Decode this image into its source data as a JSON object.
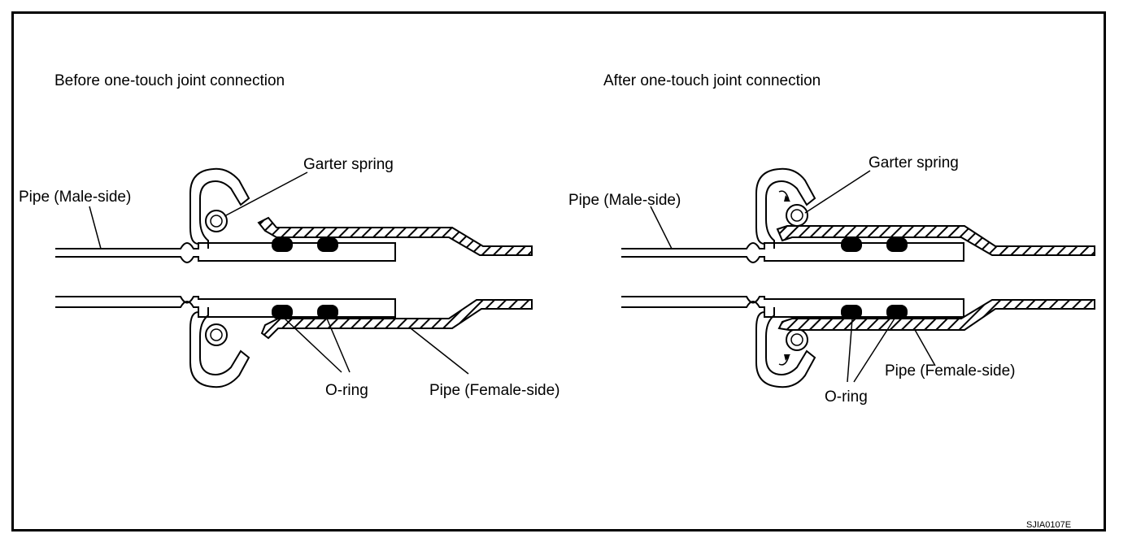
{
  "left_panel": {
    "title": "Before one-touch joint connection",
    "labels": {
      "garter_spring": "Garter spring",
      "pipe_male": "Pipe (Male-side)",
      "o_ring": "O-ring",
      "pipe_female": "Pipe (Female-side)"
    }
  },
  "right_panel": {
    "title": "After one-touch joint connection",
    "labels": {
      "garter_spring": "Garter spring",
      "pipe_male": "Pipe (Male-side)",
      "o_ring": "O-ring",
      "pipe_female": "Pipe (Female-side)"
    }
  },
  "figure_code": "SJIA0107E"
}
